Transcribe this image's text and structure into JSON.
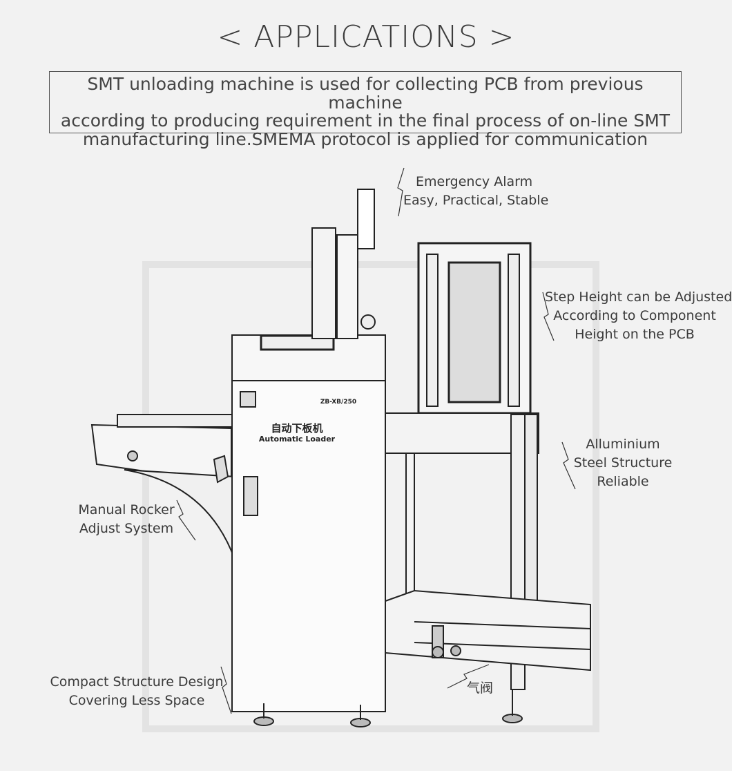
{
  "header": {
    "title": "< APPLICATIONS >",
    "description_lines": [
      "SMT unloading machine is used for collecting PCB from previous machine",
      "according to producing requirement in the final process of on-line SMT",
      "manufacturing line.SMEMA protocol is applied for communication"
    ]
  },
  "machine": {
    "panel_title": "自动下板机",
    "panel_subtitle": "Automatic Loader",
    "model": "ZB-XB/250"
  },
  "callouts": {
    "emergency": [
      "Emergency Alarm",
      "Easy, Practical, Stable"
    ],
    "step_height": [
      "Step Height can be Adjusted",
      "According to Component",
      "Height on the PCB"
    ],
    "alluminium": [
      "Alluminium",
      "Steel Structure",
      "Reliable"
    ],
    "rocker": [
      "Manual Rocker",
      "Adjust System"
    ],
    "compact": [
      "Compact Structure Design",
      "Covering Less Space"
    ],
    "valve": [
      "气阀"
    ]
  }
}
